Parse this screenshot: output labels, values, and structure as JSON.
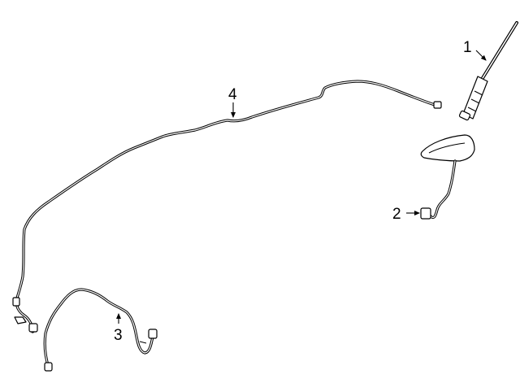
{
  "callouts": {
    "c1": "1",
    "c2": "2",
    "c3": "3",
    "c4": "4"
  },
  "parts": [
    {
      "number": "1",
      "name": "mast-antenna"
    },
    {
      "number": "2",
      "name": "antenna-base-with-lead"
    },
    {
      "number": "3",
      "name": "antenna-cable-rear"
    },
    {
      "number": "4",
      "name": "antenna-cable-main"
    }
  ]
}
